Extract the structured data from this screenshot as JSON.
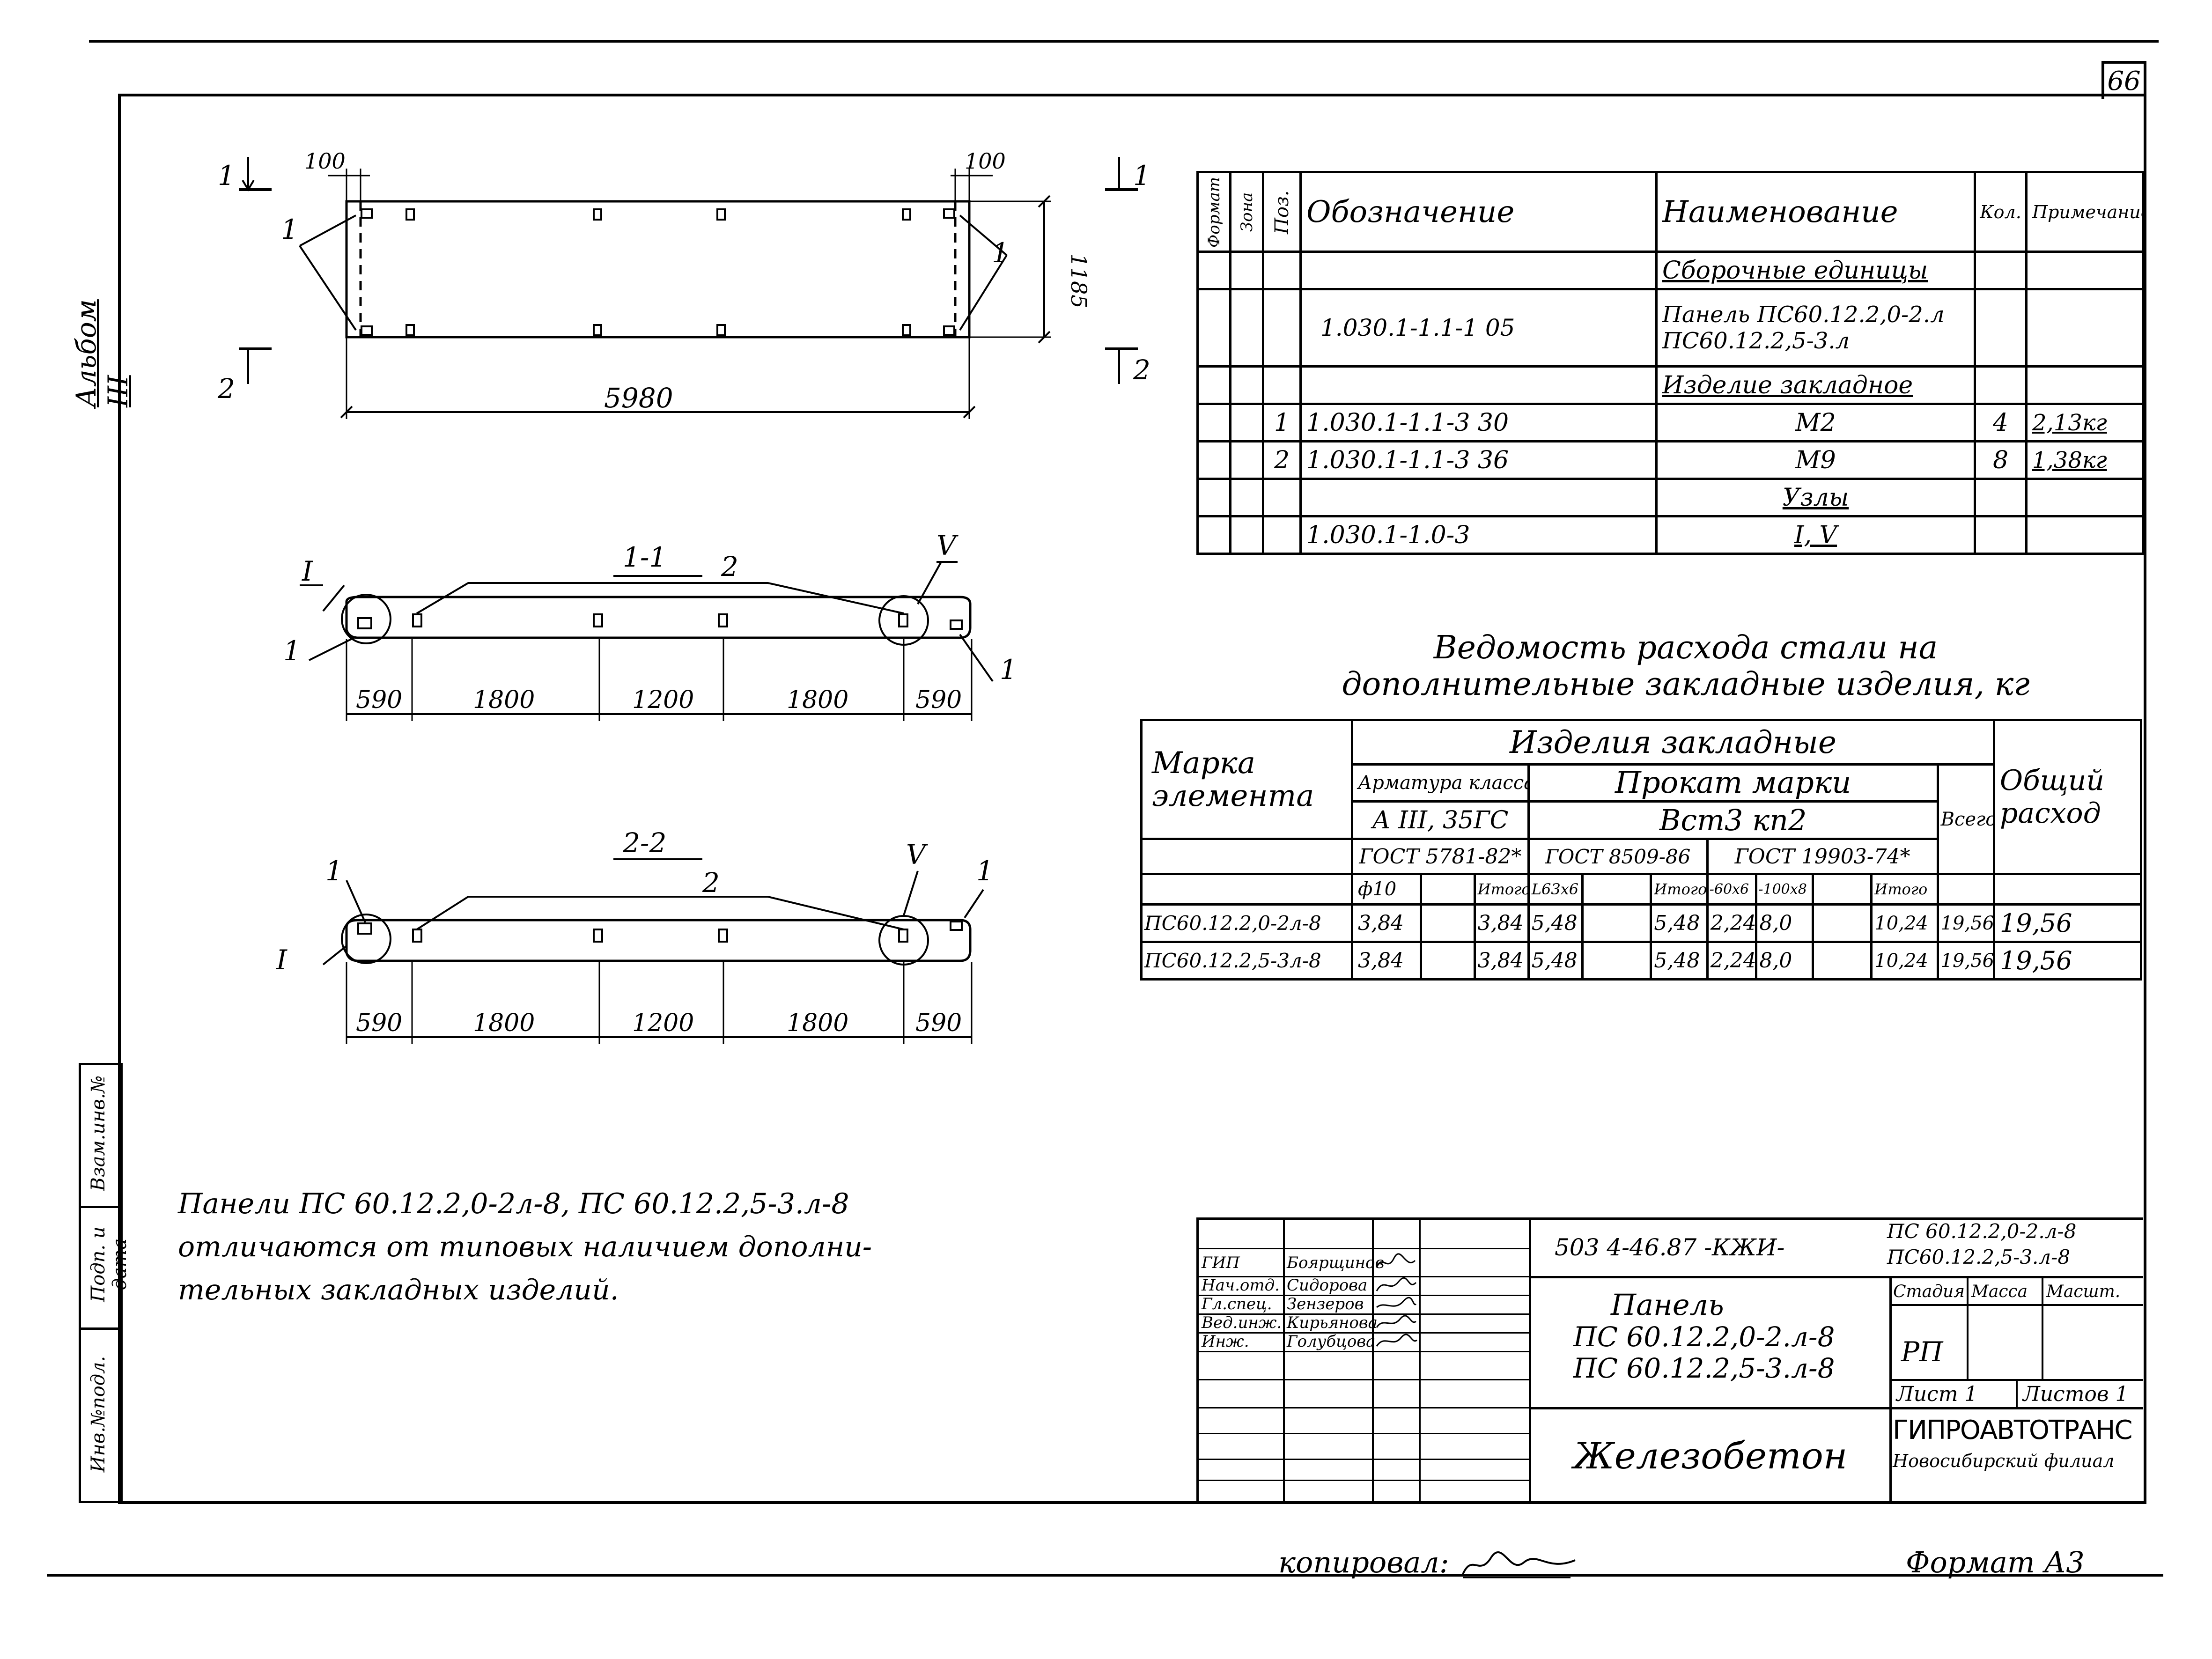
{
  "sheet": {
    "page_number": "66",
    "album": "Альбом III",
    "copied_by": "копировал:",
    "format": "Формат А3"
  },
  "plan": {
    "dim_left": "100",
    "dim_right": "100",
    "dim_length": "5980",
    "dim_height": "1185",
    "section_1": "1",
    "section_2": "2",
    "callout": "1"
  },
  "section_1_1": {
    "title": "1-1",
    "node_left": "I",
    "node_right": "V",
    "callout_pos1": "1",
    "callout_pos2": "2",
    "dims": [
      "590",
      "1800",
      "1200",
      "1800",
      "590"
    ]
  },
  "section_2_2": {
    "title": "2-2",
    "node_left": "I",
    "node_right": "V",
    "callout_pos1": "1",
    "callout_pos2": "2",
    "dims": [
      "590",
      "1800",
      "1200",
      "1800",
      "590"
    ]
  },
  "spec_table": {
    "headers": {
      "format": "Формат",
      "zone": "Зона",
      "pos": "Поз.",
      "designation": "Обозначение",
      "name": "Наименование",
      "qty": "Кол.",
      "note": "Примечание"
    },
    "rows": [
      {
        "pos": "",
        "designation": "",
        "name": "Сборочные единицы",
        "qty": "",
        "note": ""
      },
      {
        "pos": "",
        "designation": "1.030.1-1.1-1   05",
        "name": "Панель ПС60.12.2,0-2.л ПС60.12.2,5-3.л",
        "qty": "",
        "note": ""
      },
      {
        "pos": "",
        "designation": "",
        "name": "Изделие закладное",
        "qty": "",
        "note": ""
      },
      {
        "pos": "1",
        "designation": "1.030.1-1.1-3   30",
        "name": "М2",
        "qty": "4",
        "note": "2,13кг"
      },
      {
        "pos": "2",
        "designation": "1.030.1-1.1-3   36",
        "name": "М9",
        "qty": "8",
        "note": "1,38кг"
      },
      {
        "pos": "",
        "designation": "",
        "name": "Узлы",
        "qty": "",
        "note": ""
      },
      {
        "pos": "",
        "designation": "1.030.1-1.0-3",
        "name": "I, V",
        "qty": "",
        "note": ""
      }
    ]
  },
  "steel_table": {
    "title_line1": "Ведомость расхода стали на",
    "title_line2": "дополнительные закладные изделия, кг",
    "h_mark": "Марка элемента",
    "h_items": "Изделия закладные",
    "h_rebar": "Арматура класса",
    "h_rebar_class": "А III, 35ГС",
    "h_rebar_gost": "ГОСТ 5781-82*",
    "h_rolled": "Прокат марки",
    "h_rolled_grade": "Вст3 кп2",
    "h_gost1": "ГОСТ 8509-86",
    "h_gost2": "ГОСТ 19903-74*",
    "h_total": "Всего",
    "h_general": "Общий расход",
    "sub": [
      "ф10",
      "",
      "Итого",
      "L63х6",
      "",
      "Итого",
      "-60х6",
      "-100х8",
      "",
      "Итого"
    ],
    "rows": [
      {
        "mark": "ПС60.12.2,0-2л-8",
        "cells": [
          "3,84",
          "",
          "3,84",
          "5,48",
          "",
          "5,48",
          "2,24",
          "8,0",
          "",
          "10,24"
        ],
        "total": "19,56",
        "general": "19,56"
      },
      {
        "mark": "ПС60.12.2,5-3л-8",
        "cells": [
          "3,84",
          "",
          "3,84",
          "5,48",
          "",
          "5,48",
          "2,24",
          "8,0",
          "",
          "10,24"
        ],
        "total": "19,56",
        "general": "19,56"
      }
    ]
  },
  "note": {
    "line1": "Панели ПС 60.12.2,0-2л-8,  ПС 60.12.2,5-3.л-8",
    "line2": "отличаются от типовых наличием дополни-",
    "line3": "тельных закладных изделий."
  },
  "side_stamp": {
    "inv_orig": "Инв.№подл.",
    "sign_date": "Подп. и дата",
    "inv_replace": "Взам.инв.№"
  },
  "title_block": {
    "code": "503 4-46.87  -КЖИ-",
    "code_mark1": "ПС 60.12.2,0-2.л-8",
    "code_mark2": "ПС60.12.2,5-3.л-8",
    "people": [
      {
        "role": "ГИП",
        "name": "Боярщинов"
      },
      {
        "role": "Нач.отд.",
        "name": "Сидорова"
      },
      {
        "role": "Гл.спец.",
        "name": "Зензеров"
      },
      {
        "role": "Вед.инж.",
        "name": "Кирьянова"
      },
      {
        "role": "Инж.",
        "name": "Голубцова"
      }
    ],
    "product_title": "Панель",
    "product_mark1": "ПС 60.12.2,0-2.л-8",
    "product_mark2": "ПС 60.12.2,5-3.л-8",
    "material": "Железобетон",
    "h_stage": "Стадия",
    "h_mass": "Масса",
    "h_scale": "Масшт.",
    "stage": "РП",
    "sheet": "Лист 1",
    "sheets": "Листов 1",
    "org": "ГИПРОАВТОТРАНС",
    "branch": "Новосибирский филиал"
  }
}
